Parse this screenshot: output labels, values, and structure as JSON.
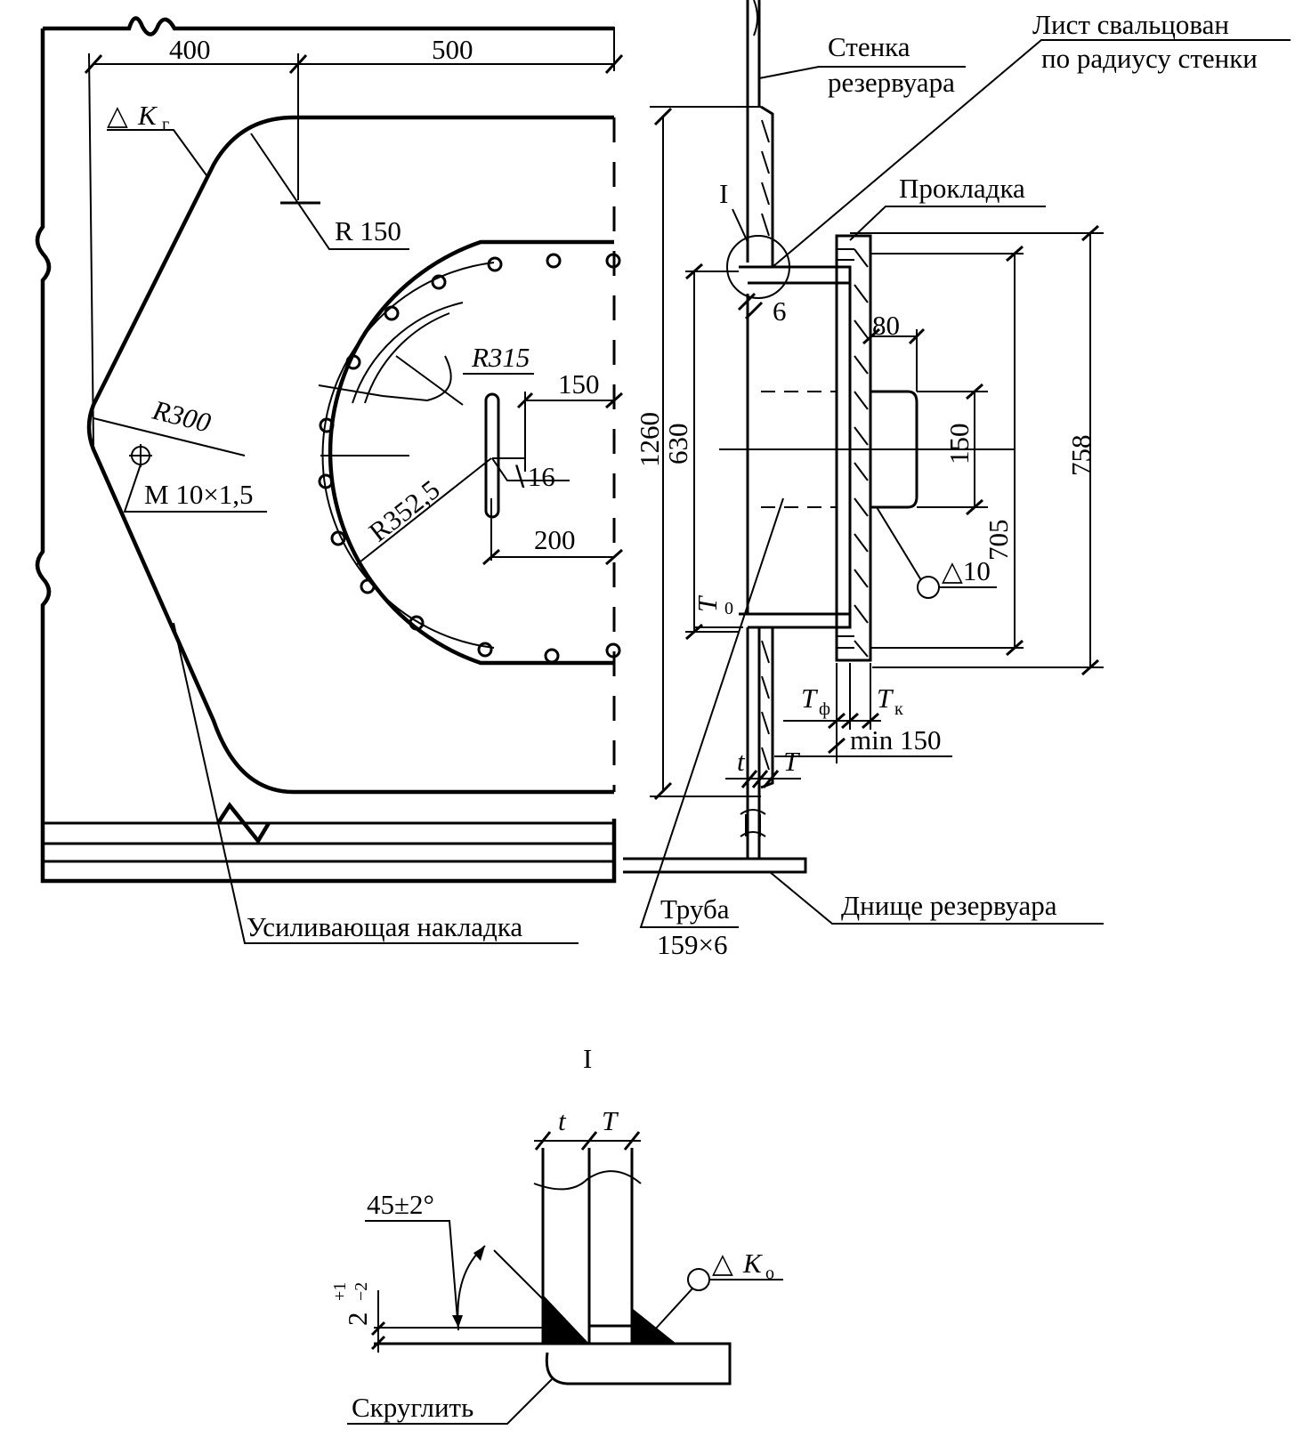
{
  "front_view": {
    "dim_400": "400",
    "dim_500": "500",
    "weld_kg_symbol": "△",
    "weld_kg_letter": "K",
    "weld_kg_sub": "г",
    "r150": "R 150",
    "r300": "R300",
    "r315": "R315",
    "r352": "R352,5",
    "dim_150": "150",
    "dim_200": "200",
    "diam16": "∖16",
    "thread": "M 10×1,5",
    "label_reinforcing": "Усиливающая накладка"
  },
  "section_view": {
    "label_wall_1": "Стенка",
    "label_wall_2": "резервуара",
    "label_sheet_1": "Лист свальцован",
    "label_sheet_2": "по радиусу стенки",
    "label_gasket": "Прокладка",
    "mark_I": "I",
    "dim_6": "6",
    "dim_80": "80",
    "dim_1260": "1260",
    "dim_630": "630",
    "dim_150": "150",
    "dim_705": "705",
    "dim_758": "758",
    "weld_10": "△10",
    "t0_letter": "T",
    "t0_sub": "0",
    "tf_letter": "T",
    "tf_sub": "ф",
    "tk_letter": "T",
    "tk_sub": "к",
    "min150": "min 150",
    "t_small": "t",
    "t_big": "T",
    "label_pipe_1": "Труба",
    "label_pipe_2": "159×6",
    "label_bottom": "Днище резервуара"
  },
  "detail": {
    "title": "I",
    "t_small": "t",
    "t_big": "T",
    "angle": "45±2°",
    "gap_base": "2",
    "gap_tol_plus": "+1",
    "gap_tol_minus": "−2",
    "weld_ko_symbol": "△",
    "weld_ko_letter": "K",
    "weld_ko_sub": "о",
    "label_round": "Скруглить"
  }
}
